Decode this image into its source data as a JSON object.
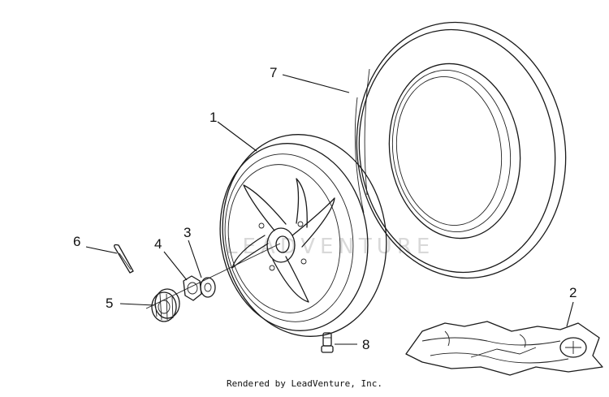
{
  "callouts": {
    "p1": "1",
    "p2": "2",
    "p3": "3",
    "p4": "4",
    "p5": "5",
    "p6": "6",
    "p7": "7",
    "p8": "8"
  },
  "watermark": "LEADVENTURE",
  "credit": "Rendered by LeadVenture, Inc."
}
